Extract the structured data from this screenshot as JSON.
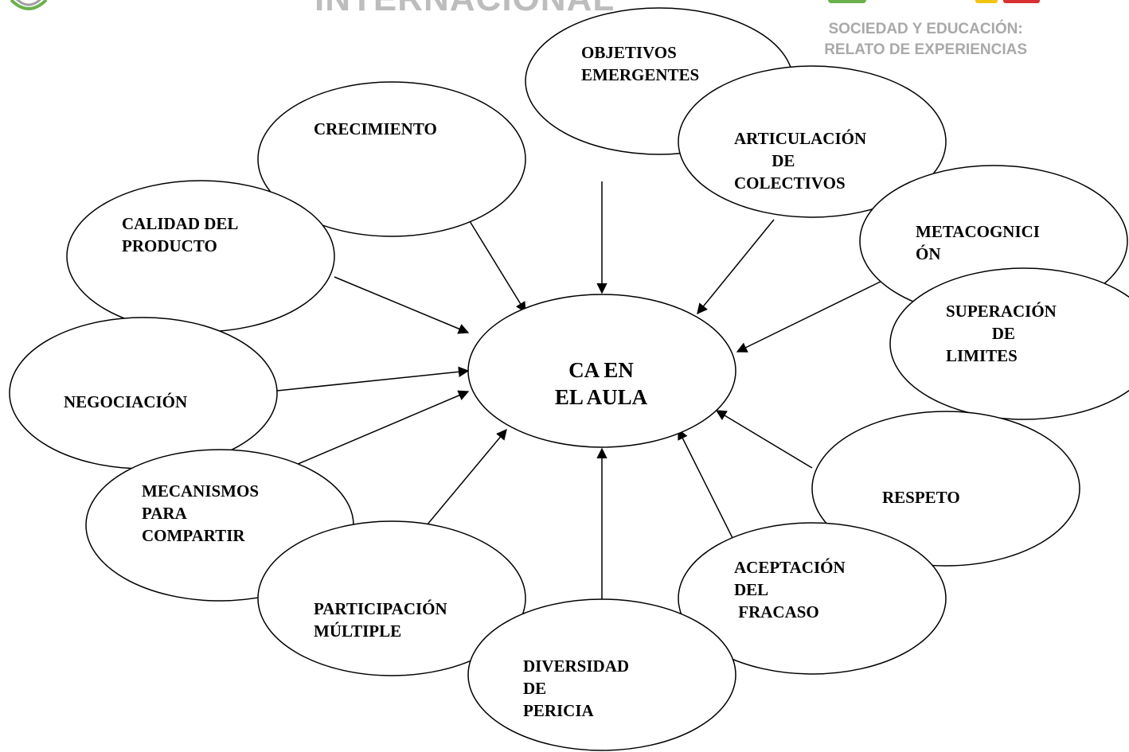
{
  "header": {
    "title_fragment": "INTERNACIONAL",
    "subtitle_lines": [
      "SOCIEDAD Y EDUCACIÓN:",
      "RELATO DE EXPERIENCIAS"
    ]
  },
  "colors": {
    "stroke": "#000000",
    "header_text": "#bdbdbd",
    "logo_green": "#6ab04c",
    "logo_yellow": "#f1c40f",
    "logo_red": "#d63031"
  },
  "center": {
    "lines": [
      "CA EN",
      "EL AULA"
    ]
  },
  "nodes": [
    {
      "id": "crecimiento",
      "lines": [
        "CRECIMIENTO"
      ]
    },
    {
      "id": "objetivos",
      "lines": [
        "OBJETIVOS",
        "EMERGENTES"
      ]
    },
    {
      "id": "articulacion",
      "lines": [
        "ARTICULACIÓN",
        "         DE",
        "COLECTIVOS"
      ]
    },
    {
      "id": "metacognicion",
      "lines": [
        "METACOGNICI",
        "ÓN"
      ]
    },
    {
      "id": "superacion",
      "lines": [
        "SUPERACIÓN",
        "           DE",
        "LIMITES"
      ]
    },
    {
      "id": "calidad",
      "lines": [
        "CALIDAD DEL",
        "PRODUCTO"
      ]
    },
    {
      "id": "negociacion",
      "lines": [
        "NEGOCIACIÓN"
      ]
    },
    {
      "id": "mecanismos",
      "lines": [
        "MECANISMOS",
        "PARA",
        "COMPARTIR"
      ]
    },
    {
      "id": "participacion",
      "lines": [
        "PARTICIPACIÓN",
        "MÚLTIPLE"
      ]
    },
    {
      "id": "diversidad",
      "lines": [
        "DIVERSIDAD",
        "DE",
        "PERICIA"
      ]
    },
    {
      "id": "aceptacion",
      "lines": [
        "ACEPTACIÓN",
        "DEL",
        " FRACASO"
      ]
    },
    {
      "id": "respeto",
      "lines": [
        "RESPETO"
      ]
    }
  ]
}
